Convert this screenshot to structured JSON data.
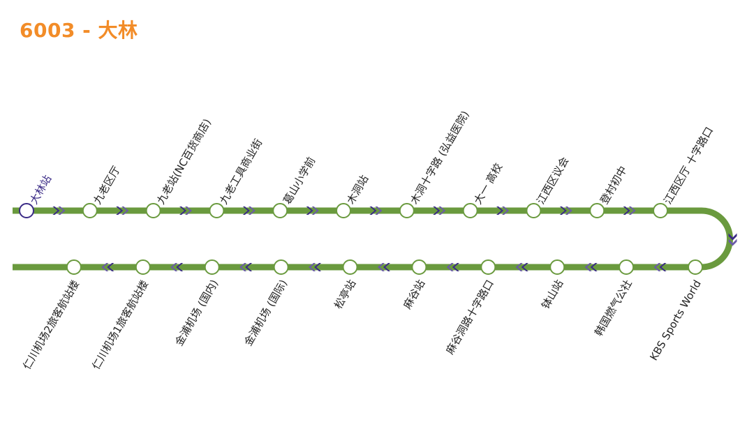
{
  "title": "6003 - 大林",
  "colors": {
    "title": "#f28c28",
    "line": "#6a9a3e",
    "arrow_dark": "#3a2a86",
    "arrow_light": "#6a5aa8",
    "station_fill": "#ffffff",
    "current_station_stroke": "#3a2a86",
    "current_label": "#3a2a86"
  },
  "route": {
    "direction_icon": "double-chevron-arrow",
    "current_station_index": 0,
    "outbound": [
      {
        "name": "大林站",
        "current": true
      },
      {
        "name": "九老区厅"
      },
      {
        "name": "九老站(NC百货商店)"
      },
      {
        "name": "九老工具商业街"
      },
      {
        "name": "葛山小学前"
      },
      {
        "name": "木洞站"
      },
      {
        "name": "木洞十字路 (弘益医院)"
      },
      {
        "name": "大一 高校"
      },
      {
        "name": "江西区议会"
      },
      {
        "name": "登村初中"
      },
      {
        "name": "江西区厅 十字路口"
      }
    ],
    "inbound": [
      {
        "name": "KBS Sports World"
      },
      {
        "name": "韩国燃气公社"
      },
      {
        "name": "钵山站"
      },
      {
        "name": "麻谷洞路十字路口"
      },
      {
        "name": "麻谷站"
      },
      {
        "name": "松亭站"
      },
      {
        "name": "金浦机场 (国际)"
      },
      {
        "name": "金浦机场 (国内)"
      },
      {
        "name": "仁川机场1旅客航站楼"
      },
      {
        "name": "仁川机场2旅客航站楼"
      }
    ]
  }
}
